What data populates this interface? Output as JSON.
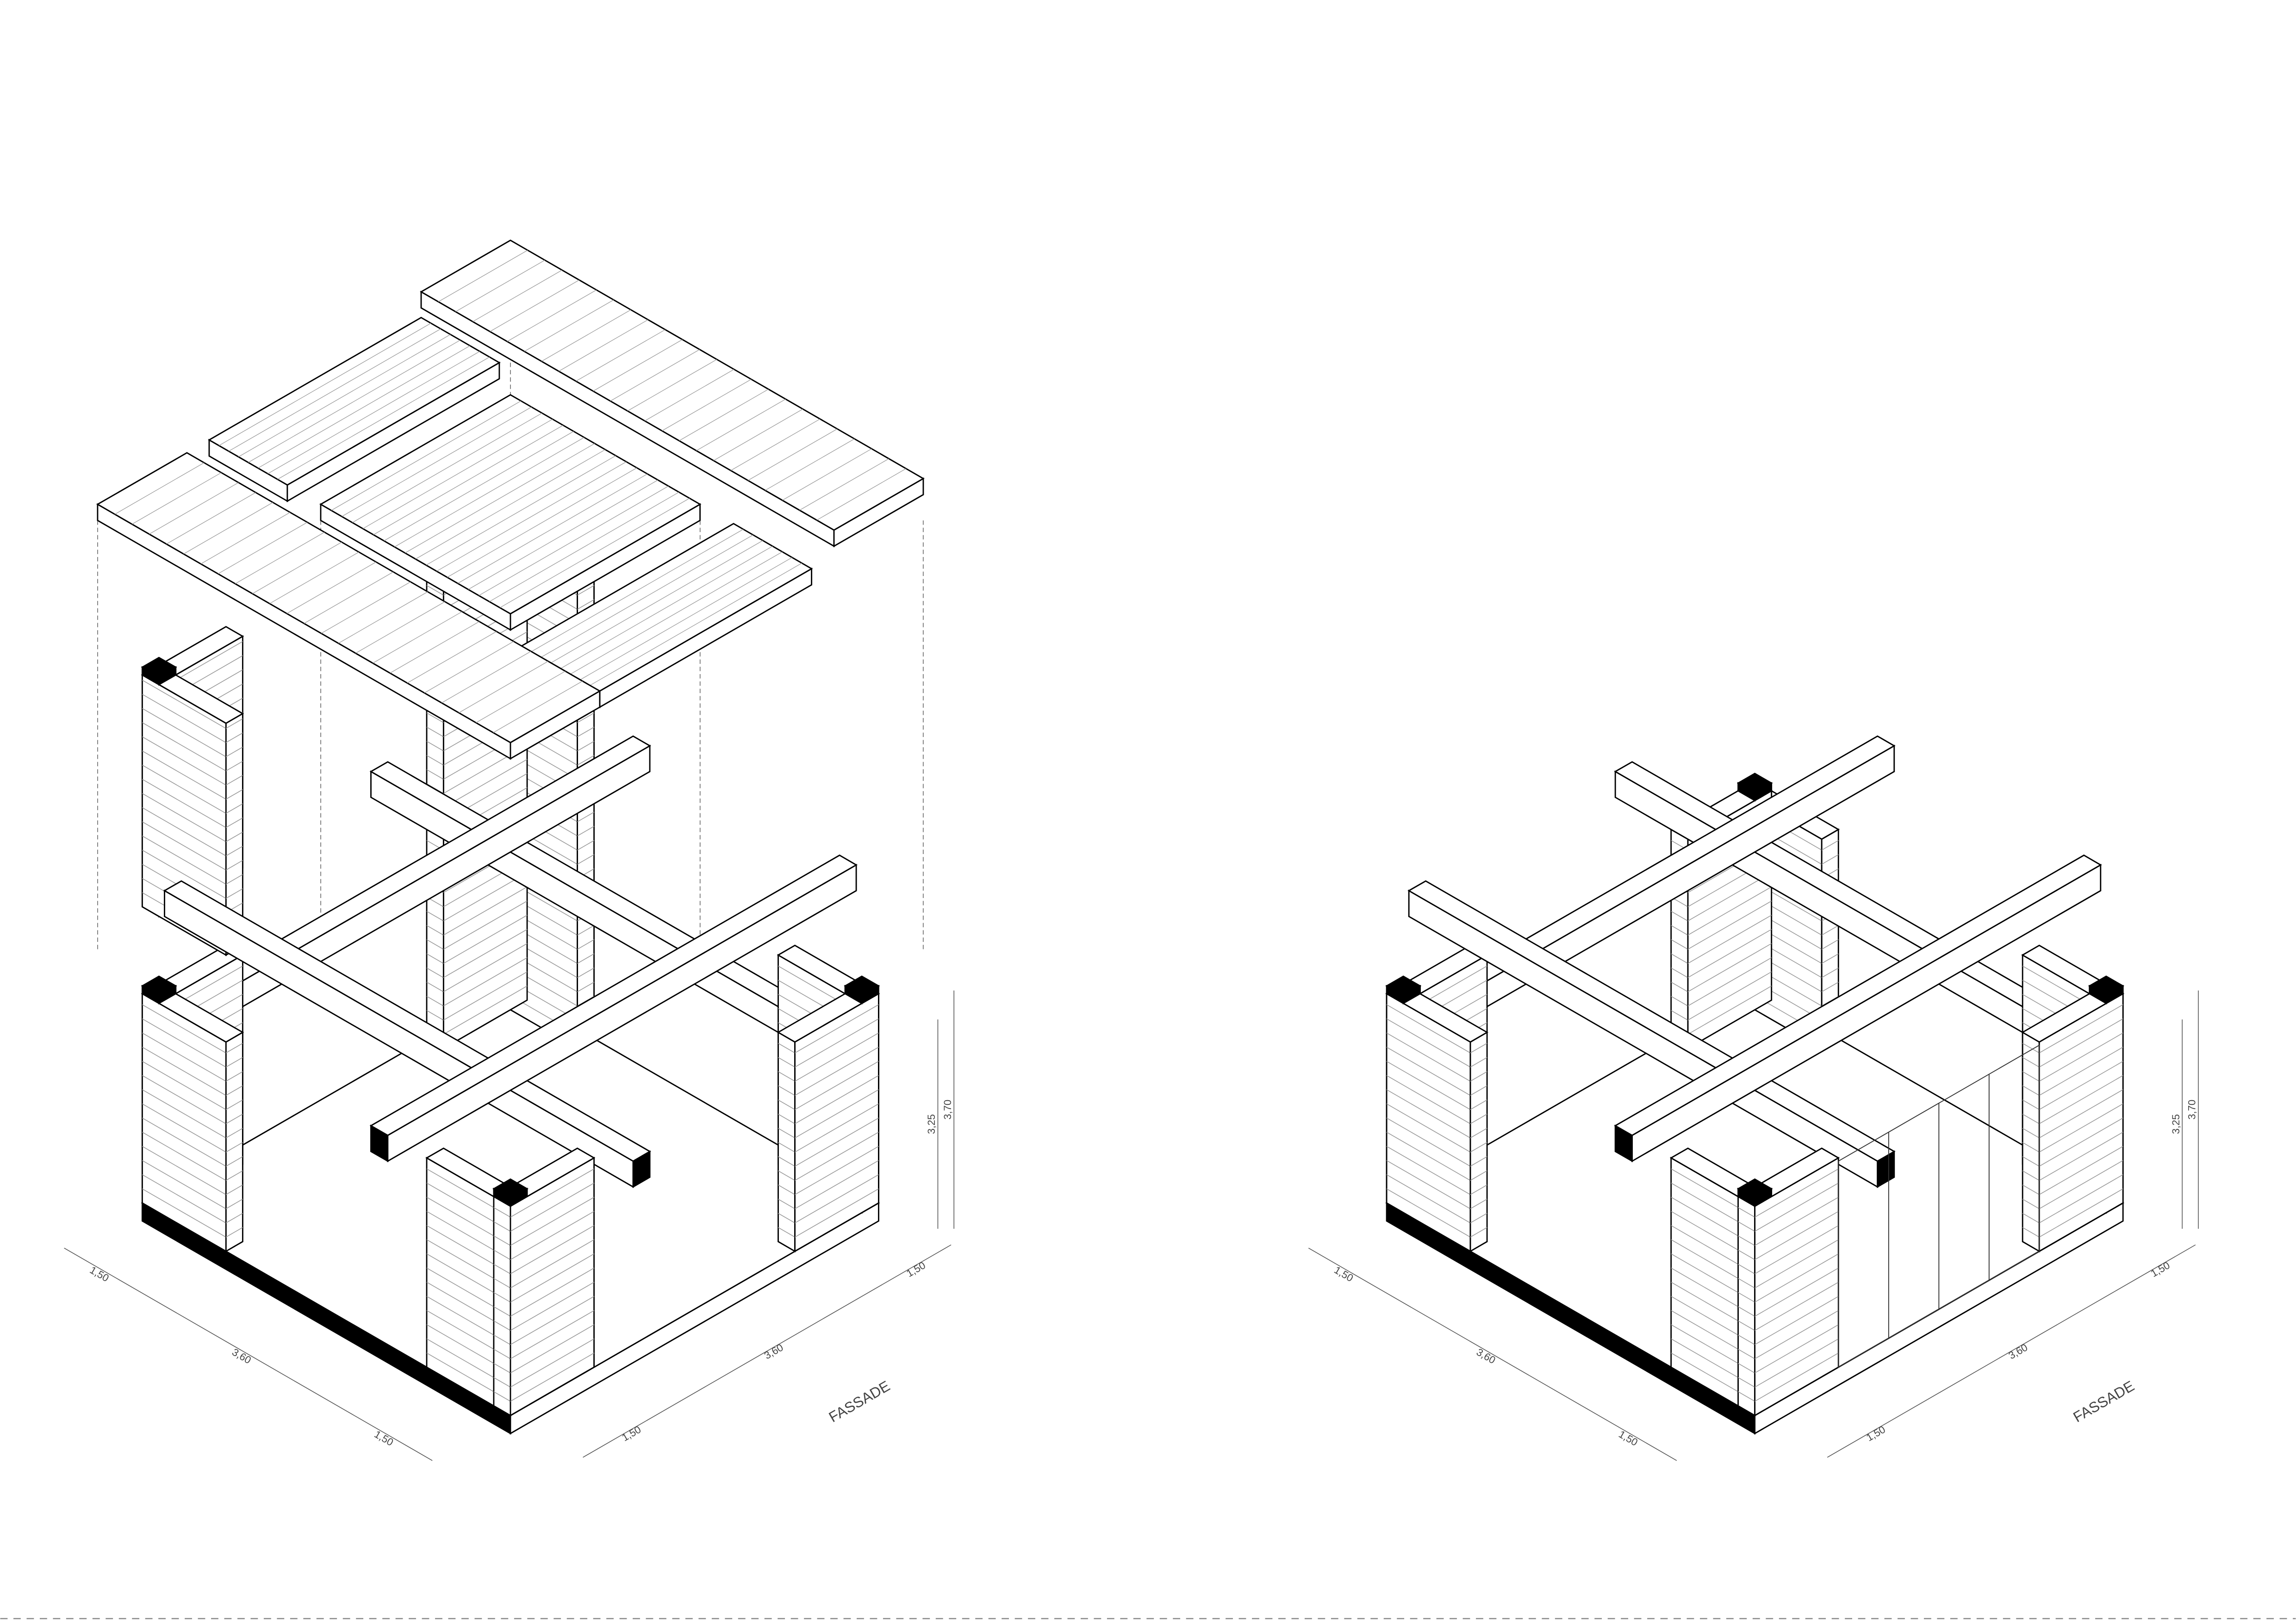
{
  "colors": {
    "line": "#000000",
    "fill": "#ffffff",
    "brick_line": "#9a9a9a",
    "dim_line": "#555555",
    "cut_fill": "#000000"
  },
  "left_drawing": {
    "front_dims": [
      "1,50",
      "3,60",
      "1,50"
    ],
    "facade_dims": [
      "1,50",
      "3,60",
      "1,50"
    ],
    "height_dims": [
      "3,25",
      "3,70"
    ],
    "facade_label": "FASSADE"
  },
  "right_drawing": {
    "front_dims": [
      "1,50",
      "3,60",
      "1,50"
    ],
    "facade_dims": [
      "1,50",
      "3,60",
      "1,50"
    ],
    "height_dims": [
      "3,25",
      "3,70"
    ],
    "facade_label": "FASSADE"
  }
}
